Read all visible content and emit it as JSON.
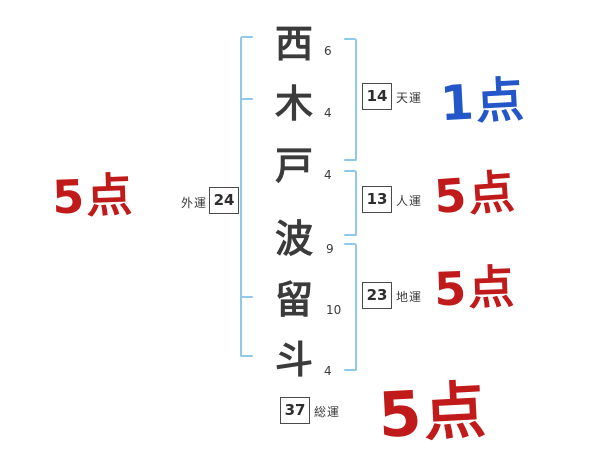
{
  "name": {
    "characters": [
      {
        "char": "西",
        "strokes": "6"
      },
      {
        "char": "木",
        "strokes": "4"
      },
      {
        "char": "戸",
        "strokes": "4"
      },
      {
        "char": "波",
        "strokes": "9"
      },
      {
        "char": "留",
        "strokes": "10"
      },
      {
        "char": "斗",
        "strokes": "4"
      }
    ]
  },
  "fortunes": {
    "tenun": {
      "label": "天運",
      "value": "14",
      "score": "1点"
    },
    "jinun": {
      "label": "人運",
      "value": "13",
      "score": "5点"
    },
    "chiun": {
      "label": "地運",
      "value": "23",
      "score": "5点"
    },
    "gaiun": {
      "label": "外運",
      "value": "24",
      "score": "5点"
    },
    "soun": {
      "label": "総運",
      "value": "37",
      "score": "5点"
    }
  },
  "colors": {
    "bracket_blue": "#8fc9ea",
    "score_red": "#c01a1a",
    "score_blue": "#2356c8",
    "ink": "#3b3b3b"
  }
}
